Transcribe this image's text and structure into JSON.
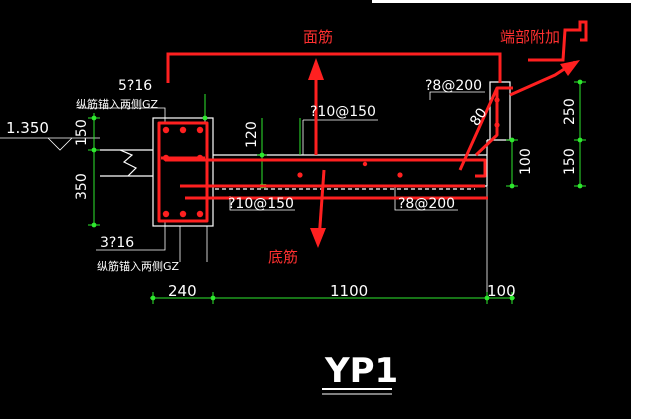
{
  "labels": {
    "top_bar_note": "面筋",
    "bottom_bar_note": "底筋",
    "end_extra_note": "端部附加",
    "left_bars_top": "5?16",
    "left_anchor_top": "纵筋锚入两侧GZ",
    "left_bars_bottom": "3?16",
    "left_anchor_bottom": "纵筋锚入两侧GZ",
    "top_rebar": "?10@150",
    "bottom_rebar": "?10@150",
    "right_stirrup_top": "?8@200",
    "right_stirrup_bottom": "?8@200",
    "slope_dim": "80",
    "elevation": "1.350",
    "title": "YP1"
  },
  "dimensions": {
    "left_150": "150",
    "left_350": "350",
    "mid_120": "120",
    "right_250": "250",
    "right_150": "150",
    "right_100": "100",
    "bottom_240": "240",
    "bottom_1100": "1100",
    "bottom_100": "100"
  },
  "colors": {
    "background": "#000000",
    "outline": "#ffffff",
    "rebar": "#ff2020",
    "dimension": "#2ee82e",
    "annotation": "#ffffff",
    "note": "#ff3030"
  }
}
